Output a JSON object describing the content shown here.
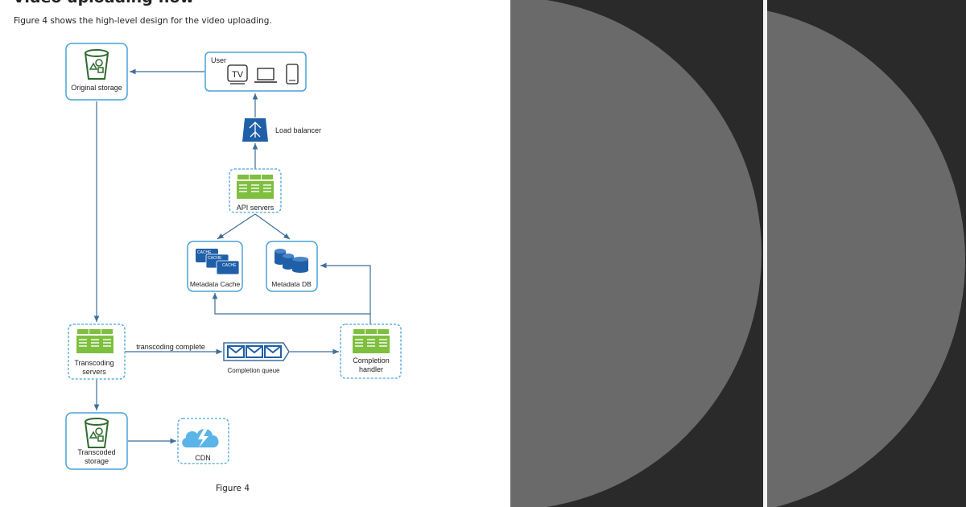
{
  "doc": {
    "heading": "Video uploading flow",
    "intro": "Figure 4 shows the high-level design for the video uploading.",
    "caption": "Figure 4"
  },
  "diagram": {
    "user": {
      "label": "User",
      "tv_label": "TV"
    },
    "original_storage": {
      "label": "Original storage"
    },
    "load_balancer": {
      "label": "Load balancer"
    },
    "api_servers": {
      "label": "API servers"
    },
    "metadata_cache": {
      "label": "Metadata Cache",
      "cache_tag": "CACHE"
    },
    "metadata_db": {
      "label": "Metadata DB"
    },
    "transcoding_servers": {
      "label_line1": "Transcoding",
      "label_line2": "servers"
    },
    "transcoding_complete": {
      "label": "transcoding complete"
    },
    "completion_queue": {
      "label": "Completion queue"
    },
    "completion_handler": {
      "label_line1": "Completion",
      "label_line2": "handler"
    },
    "transcoded_storage": {
      "label_line1": "Transcoded",
      "label_line2": "storage"
    },
    "cdn": {
      "label": "CDN"
    }
  },
  "colors": {
    "box_border": "#4aa3d6",
    "arrow": "#3f6f9a",
    "server_green": "#7fbf3f",
    "dark_blue": "#1f5fa8",
    "cloud_blue": "#5ab4e8",
    "bucket_green": "#2e6b2e",
    "panel_dark": "#2a2a2a",
    "disc_gray": "#6a6a6a"
  }
}
